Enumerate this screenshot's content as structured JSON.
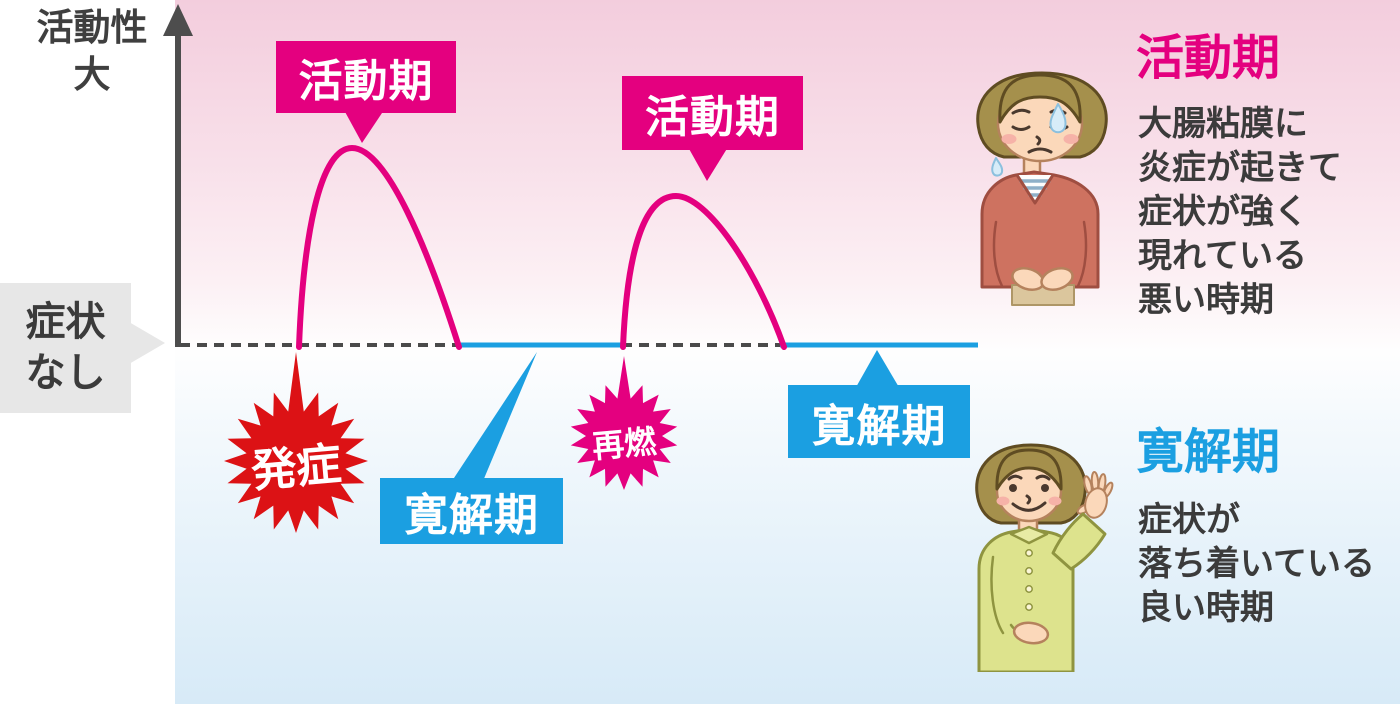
{
  "colors": {
    "magenta": "#e4007f",
    "blue": "#1b9fe1",
    "red": "#dc1215",
    "gray_box": "#e7e7e7",
    "text": "#3b3b3b"
  },
  "y_axis": {
    "label_line1": "活動性",
    "label_line2": "大"
  },
  "baseline": {
    "no_symptom_line1": "症状",
    "no_symptom_line2": "なし"
  },
  "chart": {
    "active_phase_bubble_1": "活動期",
    "active_phase_bubble_2": "活動期",
    "onset_star": "発症",
    "relapse_star": "再燃",
    "remission_box_1": "寛解期",
    "remission_box_2": "寛解期"
  },
  "side_panel": {
    "active": {
      "title": "活動期",
      "line1": "大腸粘膜に",
      "line2": "炎症が起きて",
      "line3": "症状が強く",
      "line4": "現れている",
      "line5": "悪い時期"
    },
    "remission": {
      "title": "寛解期",
      "line1": "症状が",
      "line2": "落ち着いている",
      "line3": "良い時期"
    }
  }
}
